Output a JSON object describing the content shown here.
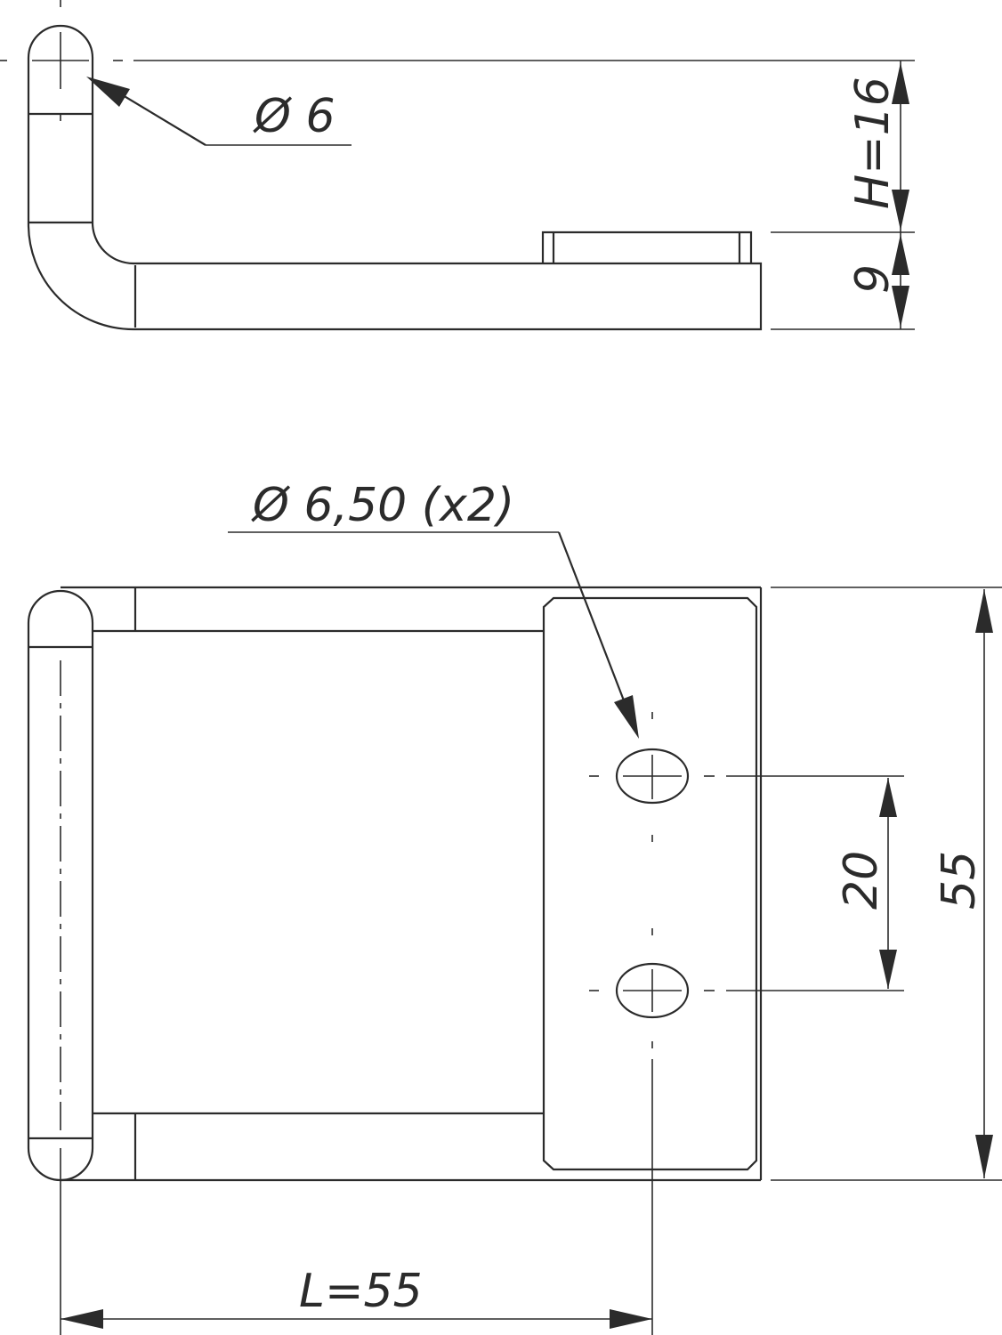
{
  "drawing": {
    "views": [
      {
        "name": "side-view",
        "description": "Side elevation of hinged hook plate"
      },
      {
        "name": "top-view",
        "description": "Plan view showing two mounting holes"
      }
    ],
    "dimensions": {
      "pin_diameter": "Ø 6",
      "height": "H=16",
      "plate_thickness": "9",
      "hole_diameter": "Ø 6,50 (x2)",
      "hole_spacing": "20",
      "width": "55",
      "length": "L=55"
    },
    "colors": {
      "line": "#2b2b2b",
      "background": "#ffffff"
    }
  }
}
